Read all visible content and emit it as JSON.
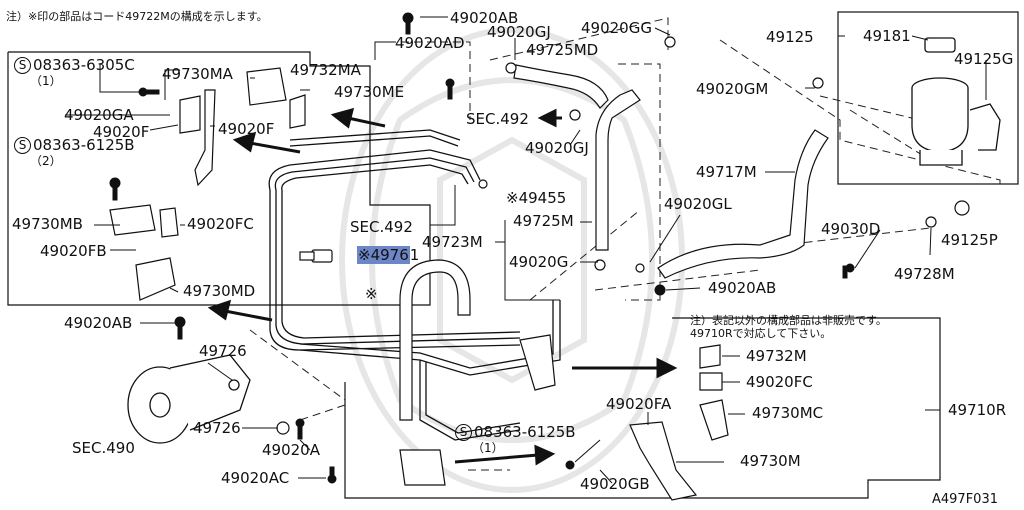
{
  "note_top": "注）※印の部品はコード49722Mの構成を示します。",
  "note_right_1": "注）表記以外の構成部品は非販売です。",
  "note_right_2": "49710Rで対応して下さい。",
  "diagram_id": "A497F031",
  "labels": {
    "p49020AB_top": "49020AB",
    "p49020AD": "49020AD",
    "p49020GJ_top": "49020GJ",
    "p49725MD": "49725MD",
    "p49020GG": "49020GG",
    "p49125": "49125",
    "p49181": "49181",
    "p49125G": "49125G",
    "s08363_6305C": "08363-6305C",
    "s08363_6305C_qty": "（1）",
    "p49730MA": "49730MA",
    "p49732MA": "49732MA",
    "p49730ME": "49730ME",
    "p49020GA": "49020GA",
    "p49020F_left": "49020F",
    "p49020F_right": "49020F",
    "s08363_6125B_top": "08363-6125B",
    "s08363_6125B_top_qty": "（2）",
    "sec492_top": "SEC.492",
    "p49020GJ_mid": "49020GJ",
    "p49020GM": "49020GM",
    "p49717M": "49717M",
    "p49455": "※49455",
    "p49730MB": "49730MB",
    "p49020FC_left": "49020FC",
    "sec492_mid": "SEC.492",
    "p49725M": "49725M",
    "p49020GL": "49020GL",
    "p49030D": "49030D",
    "p49125P": "49125P",
    "p49723M": "49723M",
    "p49761": "※4976",
    "p49761_suffix": "1",
    "p49020G": "49020G",
    "p49020FB": "49020FB",
    "p49728M": "49728M",
    "p49730MD": "49730MD",
    "p49020AB_right": "49020AB",
    "asterisk_mark": "※",
    "p49020AB_left": "49020AB",
    "p49726_top": "49726",
    "p49732M": "49732M",
    "p49020FC_right": "49020FC",
    "p49730MC": "49730MC",
    "p49710R": "49710R",
    "p49020FA": "49020FA",
    "sec490": "SEC.490",
    "p49726_bottom": "49726",
    "p49020A": "49020A",
    "s08363_6125B_bottom": "08363-6125B",
    "s08363_6125B_bottom_qty": "（1）",
    "p49730M": "49730M",
    "p49020GB": "49020GB",
    "p49020AC": "49020AC",
    "circle_mark": "S"
  },
  "highlight_color": "#6c86c8"
}
